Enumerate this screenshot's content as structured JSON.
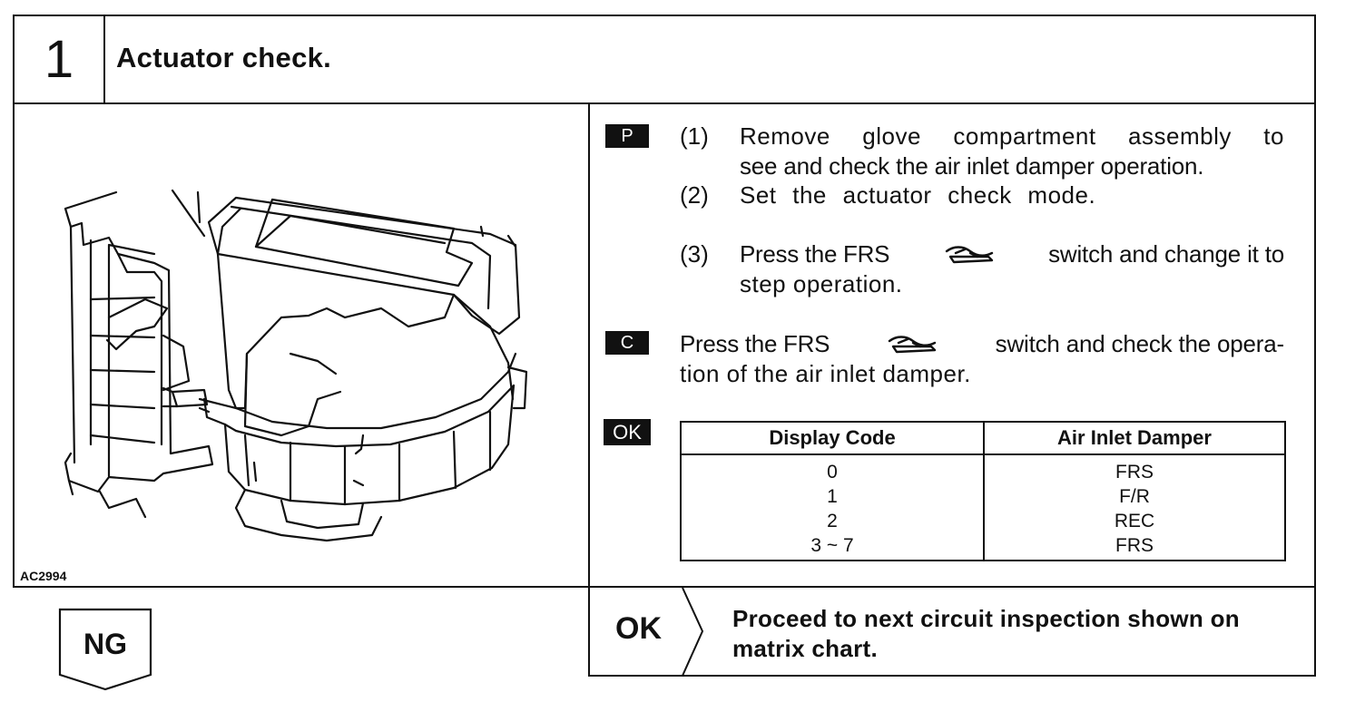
{
  "header": {
    "step_number": "1",
    "title": "Actuator check."
  },
  "illustration": {
    "code": "AC2994"
  },
  "procedure": {
    "badge_p": "P",
    "steps": [
      {
        "num": "(1)",
        "line1": "Remove glove compartment assembly to",
        "line2": "see and check the air inlet damper operation."
      },
      {
        "num": "(2)",
        "line1": "Set the actuator check mode."
      },
      {
        "num": "(3)",
        "line1_a": "Press the FRS",
        "line1_b": "switch and change it to",
        "line2": "step operation."
      }
    ]
  },
  "check": {
    "badge_c": "C",
    "line1_a": "Press the FRS",
    "line1_b": "switch and check the opera-",
    "line2": "tion of the air inlet damper."
  },
  "ok_table": {
    "badge_ok": "OK",
    "headers": [
      "Display Code",
      "Air Inlet Damper"
    ],
    "rows": [
      [
        "0",
        "FRS"
      ],
      [
        "1",
        "F/R"
      ],
      [
        "2",
        "REC"
      ],
      [
        "3 ~ 7",
        "FRS"
      ]
    ]
  },
  "results": {
    "ng_label": "NG",
    "ok_label": "OK",
    "ok_line1": "Proceed to next circuit inspection shown on",
    "ok_line2": "matrix chart."
  },
  "icons": {
    "frs_switch": "fresh-air-icon"
  }
}
